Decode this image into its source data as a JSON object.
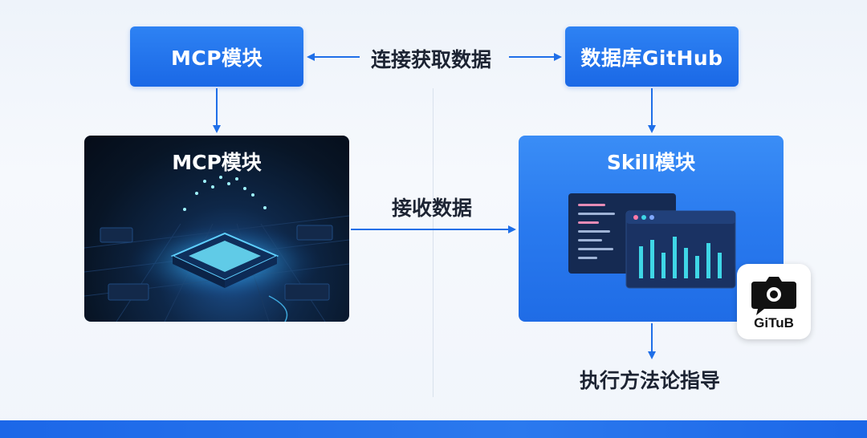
{
  "nodes": {
    "mcp_top": "MCP模块",
    "db_top": "数据库GitHub",
    "mcp_panel_title": "MCP模块",
    "skill_panel_title": "Skill模块"
  },
  "edges": {
    "connect_label": "连接获取数据",
    "receive_label": "接收数据",
    "execute_label": "执行方法论指导"
  },
  "badge": {
    "text": "GiTuB",
    "icon": "camera-chat-icon"
  },
  "colors": {
    "primary_blue": "#1a68e6",
    "arrow_blue": "#1f6fe8",
    "dark_panel": "#081526"
  }
}
